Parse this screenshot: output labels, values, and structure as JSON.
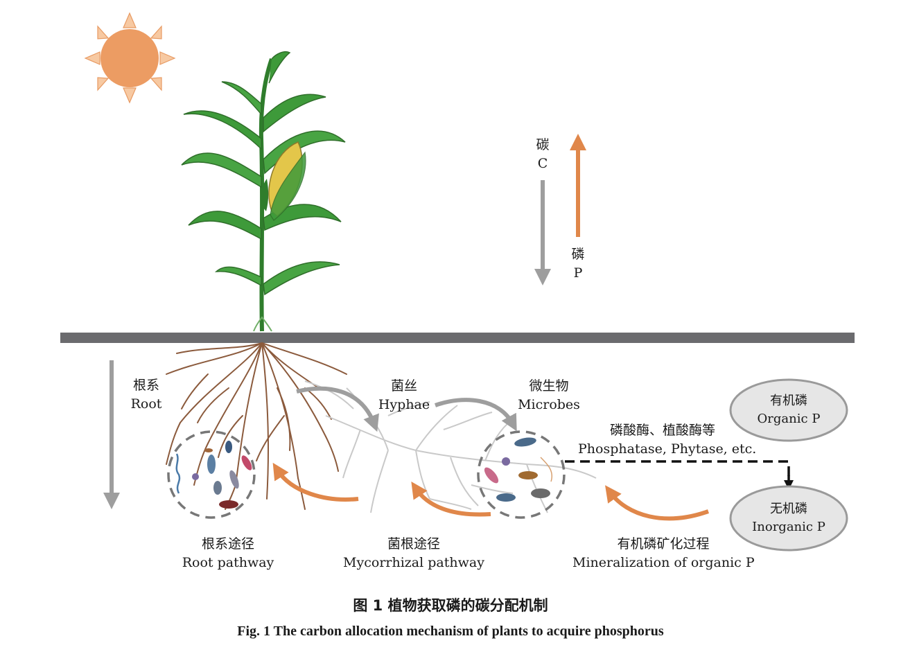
{
  "flux": {
    "carbon_zh": "碳",
    "carbon_en": "C",
    "phosphorus_zh": "磷",
    "phosphorus_en": "P",
    "carbon_color": "#9e9e9e",
    "phosphorus_color": "#e0874a"
  },
  "labels": {
    "root_zh": "根系",
    "root_en": "Root",
    "hyphae_zh": "菌丝",
    "hyphae_en": "Hyphae",
    "microbes_zh": "微生物",
    "microbes_en": "Microbes",
    "enzymes_zh": "磷酸酶、植酸酶等",
    "enzymes_en": "Phosphatase, Phytase, etc.",
    "organic_p_zh": "有机磷",
    "organic_p_en": "Organic P",
    "inorganic_p_zh": "无机磷",
    "inorganic_p_en": "Inorganic P"
  },
  "pathways": {
    "root_zh": "根系途径",
    "root_en": "Root pathway",
    "mycorrhizal_zh": "菌根途径",
    "mycorrhizal_en": "Mycorrhizal pathway",
    "mineralization_zh": "有机磷矿化过程",
    "mineralization_en": "Mineralization of organic P"
  },
  "caption": {
    "zh": "图 1   植物获取磷的碳分配机制",
    "en": "Fig. 1   The carbon allocation mechanism of plants to acquire phosphorus"
  },
  "icons": [
    "sun-icon",
    "maize-plant-icon",
    "root-system-icon",
    "hyphae-network-icon",
    "microbe-icon"
  ],
  "colors": {
    "sun": "#ec9c63",
    "leaf": "#3e9a3a",
    "soil_line": "#6b6b6e",
    "root": "#8b5a3c",
    "oval_fill": "#e6e6e6",
    "oval_stroke": "#9a9a9a"
  }
}
